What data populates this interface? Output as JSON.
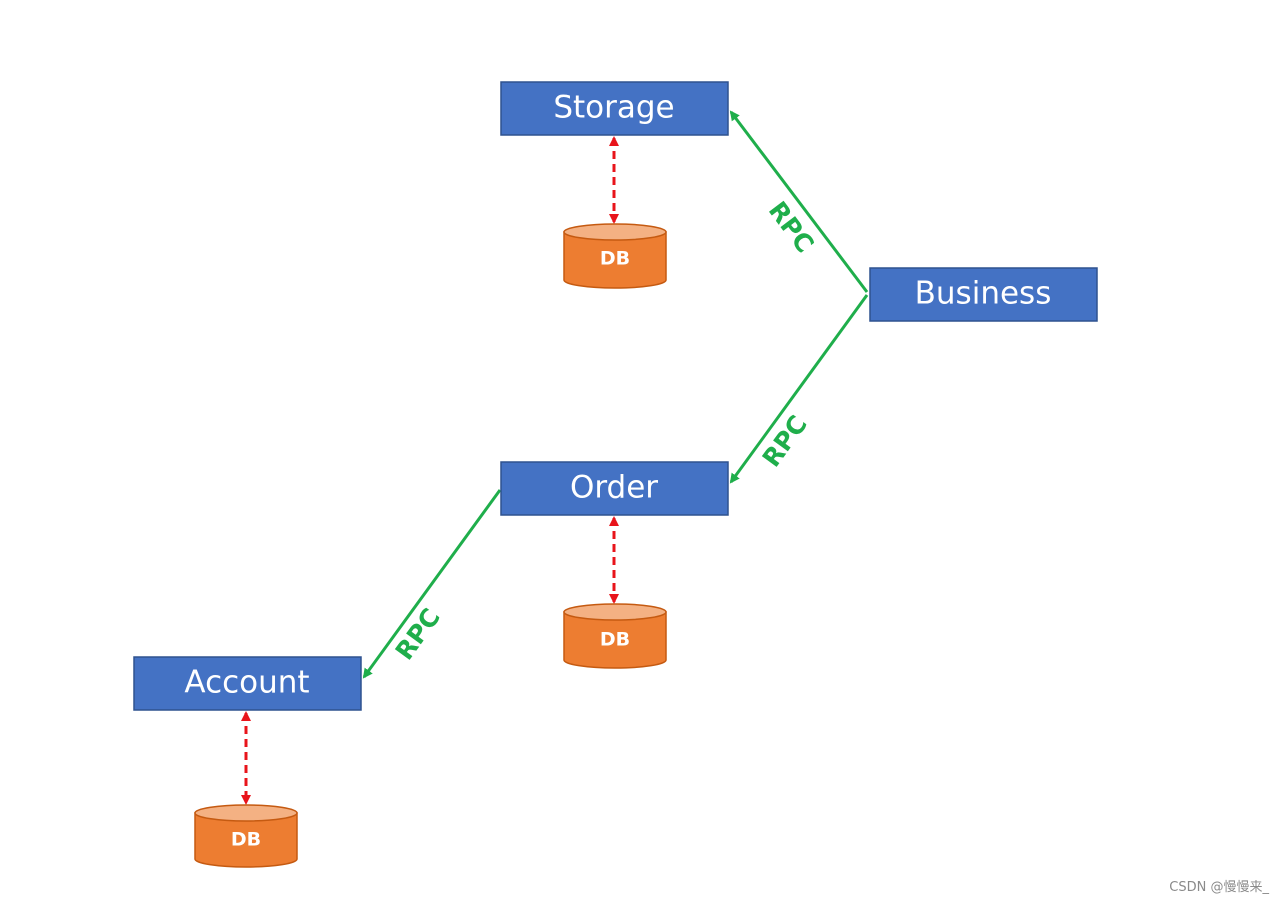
{
  "nodes": {
    "storage": "Storage",
    "business": "Business",
    "order": "Order",
    "account": "Account"
  },
  "databases": {
    "storage_db": "DB",
    "order_db": "DB",
    "account_db": "DB"
  },
  "edges": {
    "business_to_storage": "RPC",
    "business_to_order": "RPC",
    "order_to_account": "RPC"
  },
  "colors": {
    "service_fill": "#4472c4",
    "service_border": "#2f528f",
    "db_fill": "#ed7d31",
    "db_top": "#f4b183",
    "rpc_line": "#1fae4b",
    "db_link": "#e8141b"
  },
  "watermark": "CSDN @慢慢来_"
}
